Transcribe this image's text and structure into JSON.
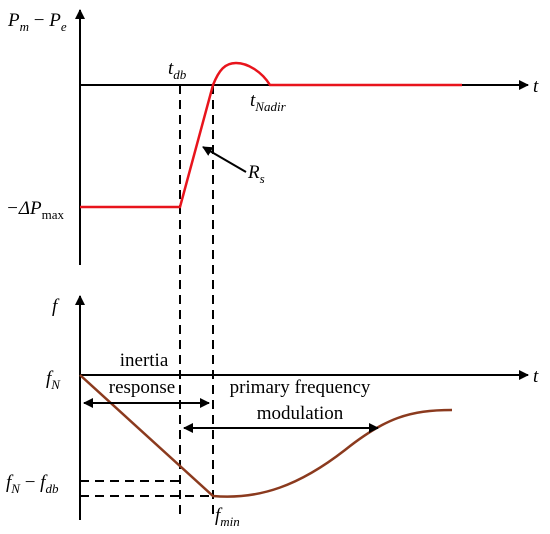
{
  "top_plot": {
    "y_axis_label": {
      "p1": "P",
      "s1": "m",
      "mid": " − ",
      "p2": "P",
      "s2": "e"
    },
    "x_axis_label": "t",
    "t_db": {
      "main": "t",
      "sub": "db"
    },
    "t_nadir": {
      "main": "t",
      "sub": "Nadir"
    },
    "rs": {
      "main": "R",
      "sub": "s"
    },
    "neg_delta_p": {
      "main": "−ΔP",
      "sub": "max"
    }
  },
  "bottom_plot": {
    "y_axis_label": "f",
    "x_axis_label": "t",
    "f_n": {
      "main": "f",
      "sub": "N"
    },
    "f_n_minus_fdb": {
      "p1": "f",
      "s1": "N",
      "mid": " − ",
      "p2": "f",
      "s2": "db"
    },
    "f_min": {
      "main": "f",
      "sub": "min"
    },
    "inertia_line1": "inertia",
    "inertia_line2": "response",
    "primary_line1": "primary frequency",
    "primary_line2": "modulation"
  },
  "colors": {
    "power_curve": "#e8141c",
    "frequency_curve": "#8b3a1e",
    "axes": "#000000"
  }
}
